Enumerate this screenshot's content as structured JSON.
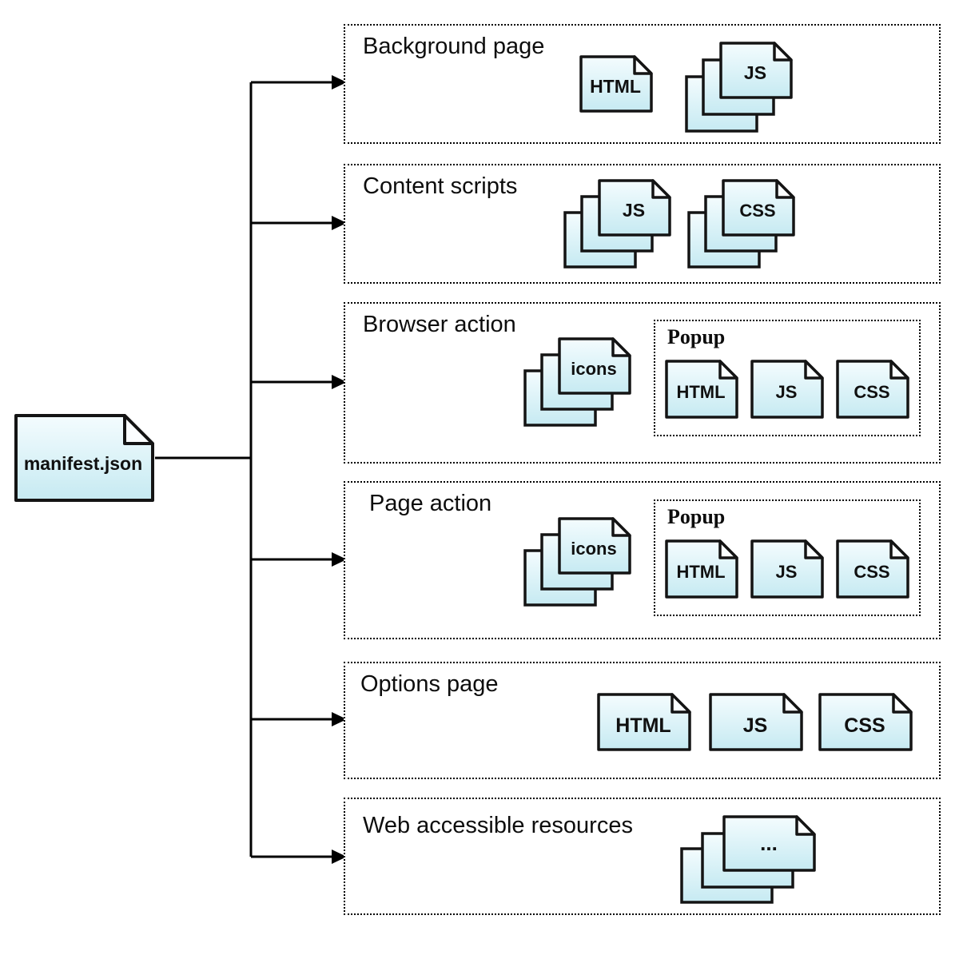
{
  "diagram": {
    "root": {
      "label": "manifest.json"
    },
    "sections": [
      {
        "title": "Background page",
        "file_label": "HTML",
        "stack_label": "JS"
      },
      {
        "title": "Content scripts",
        "stack1_label": "JS",
        "stack2_label": "CSS"
      },
      {
        "title": "Browser action",
        "stack_label": "icons",
        "popup": {
          "title": "Popup",
          "file1": "HTML",
          "file2": "JS",
          "file3": "CSS"
        }
      },
      {
        "title": "Page action",
        "stack_label": "icons",
        "popup": {
          "title": "Popup",
          "file1": "HTML",
          "file2": "JS",
          "file3": "CSS"
        }
      },
      {
        "title": "Options page",
        "file1": "HTML",
        "file2": "JS",
        "file3": "CSS"
      },
      {
        "title": "Web accessible resources",
        "stack_label": "..."
      }
    ],
    "colors": {
      "file_fill_top": "#f4fcfe",
      "file_fill_bottom": "#c6eaf2",
      "file_stroke": "#141414",
      "connector": "#000000"
    }
  }
}
